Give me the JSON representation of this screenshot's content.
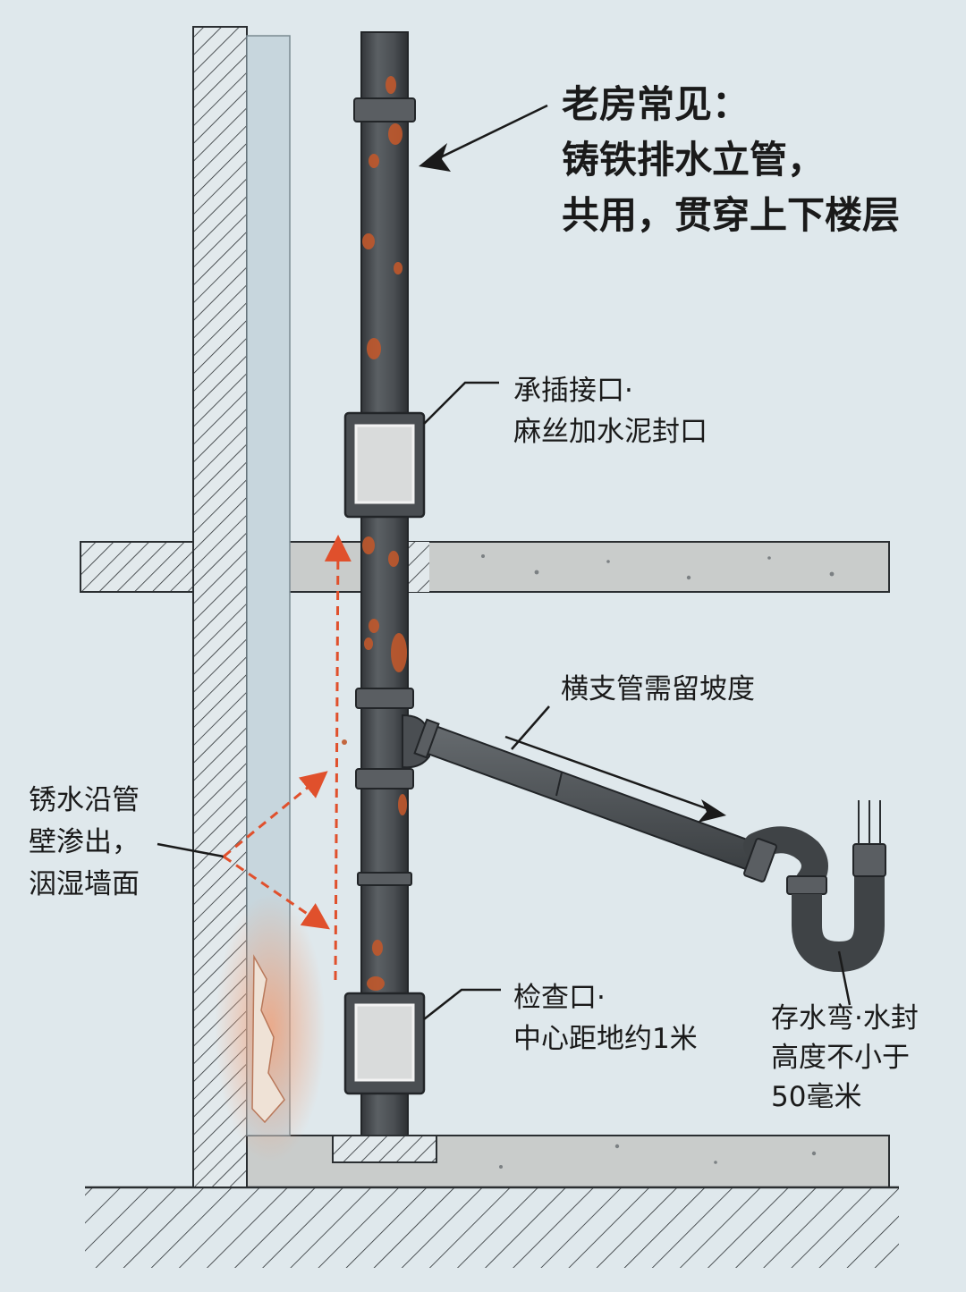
{
  "labels": {
    "title": [
      "老房常见：",
      "铸铁排水立管，",
      "共用，贯穿上下楼层"
    ],
    "joint": [
      "承插接口·",
      "麻丝加水泥封口"
    ],
    "branch": "横支管需留坡度",
    "rust": [
      "锈水沿管",
      "壁渗出，",
      "洇湿墙面"
    ],
    "inspect": [
      "检查口·",
      "中心距地约1米"
    ],
    "trap": [
      "存水弯·水封",
      "高度不小于",
      "50毫米"
    ]
  },
  "colors": {
    "background": "#dfe8ec",
    "pipe": "#4b4f53",
    "rust": "#c0582c",
    "annotation_arrow": "#e0502c",
    "leader_line": "#1a1a1a",
    "concrete": "#c9cccb",
    "water_stain": "#f0a27c"
  },
  "icons": [
    "pointer-arrow-icon",
    "flow-direction-arrow-icon",
    "leak-path-arrow-icon"
  ]
}
